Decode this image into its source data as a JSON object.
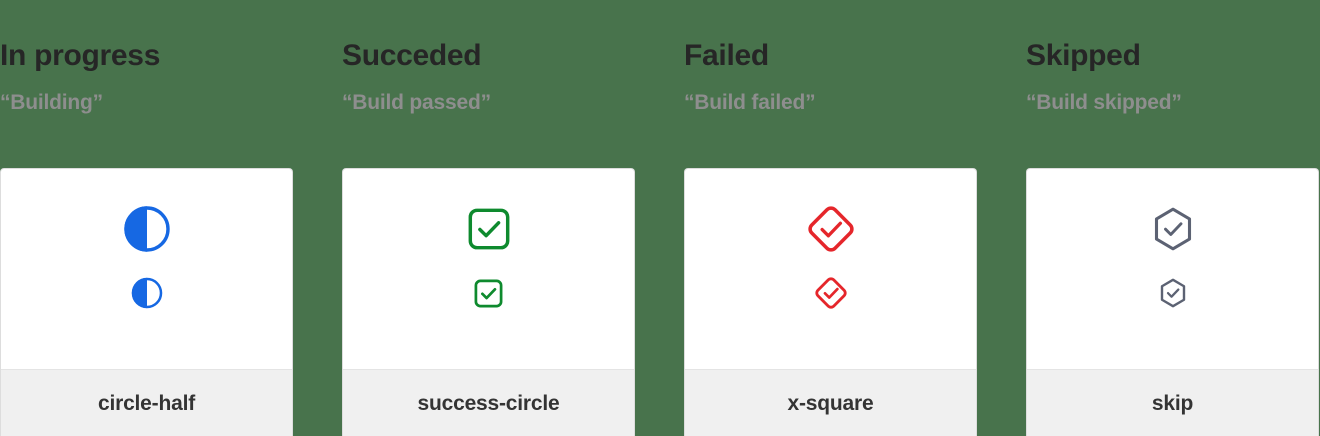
{
  "page": {
    "background_color": "#48734C",
    "card_background": "#FFFFFF",
    "card_footer_background": "#F0F0F0",
    "title_color": "#262626",
    "subtitle_color": "#8E8E8E",
    "label_color": "#343434"
  },
  "columns": [
    {
      "title": "In progress",
      "subtitle": "“Building”",
      "icon_name": "circle-half-icon",
      "icon_label": "circle-half",
      "icon_color": "#1668E3"
    },
    {
      "title": "Succeded",
      "subtitle": "“Build passed”",
      "icon_name": "success-circle-icon",
      "icon_label": "success-circle",
      "icon_color": "#0E8A2E"
    },
    {
      "title": "Failed",
      "subtitle": "“Build failed”",
      "icon_name": "x-square-icon",
      "icon_label": "x-square",
      "icon_color": "#E5262B"
    },
    {
      "title": "Skipped",
      "subtitle": "“Build skipped”",
      "icon_name": "skip-icon",
      "icon_label": "skip",
      "icon_color": "#5C6273"
    }
  ]
}
